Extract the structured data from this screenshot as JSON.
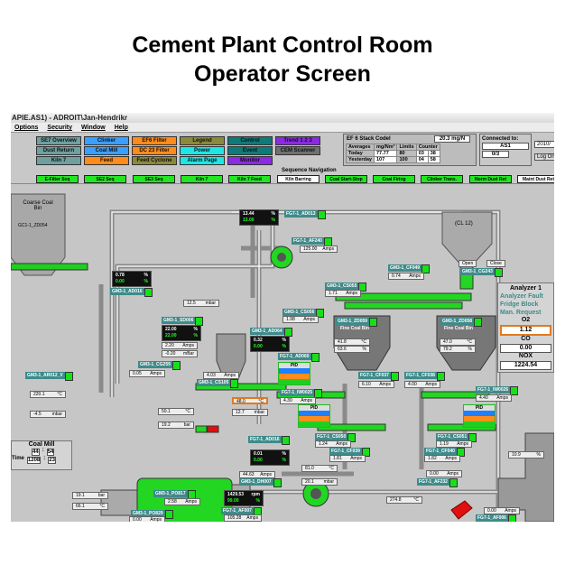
{
  "headline": {
    "line1": "Cement Plant Control Room",
    "line2": "Operator Screen"
  },
  "window": {
    "title": "APIE.AS1) - ADROIT\\Jan-Hendrikr",
    "menu": [
      "Options",
      "Security",
      "Window",
      "Help"
    ]
  },
  "toolbar": {
    "buttons": [
      {
        "label": "SE7 Overview",
        "color": "#6f9f9f"
      },
      {
        "label": "Clinker",
        "color": "#3aa0ff"
      },
      {
        "label": "EF6 Filter",
        "color": "#ff8c1a"
      },
      {
        "label": "Legend",
        "color": "#8a8a3c"
      },
      {
        "label": "Control",
        "color": "#0f7a7a"
      },
      {
        "label": "Trend 1 2 3",
        "color": "#8a2be2"
      },
      {
        "label": "Dust Return",
        "color": "#6f9f9f"
      },
      {
        "label": "Coal Mill",
        "color": "#3aa0ff"
      },
      {
        "label": "DC 23 Filter",
        "color": "#ff8c1a"
      },
      {
        "label": "Power",
        "color": "#1ee6e6"
      },
      {
        "label": "Event",
        "color": "#0f7a7a"
      },
      {
        "label": "CEM Scanner",
        "color": "#707070"
      },
      {
        "label": "Kiln 7",
        "color": "#6f9f9f"
      },
      {
        "label": "Feed",
        "color": "#ff8c1a"
      },
      {
        "label": "Feed Cyclone",
        "color": "#8a8a3c"
      },
      {
        "label": "Alarm Page",
        "color": "#1ee6e6"
      },
      {
        "label": "Monitor",
        "color": "#8a2be2"
      }
    ]
  },
  "stack": {
    "title": "EF 6 Stack Codel",
    "reading": "20.3 mg/N",
    "headers": [
      "Averages",
      "mg/Nm³",
      "Limits",
      "Counter"
    ],
    "rows": [
      [
        "Today",
        "77.77",
        "80",
        "03",
        "38"
      ],
      [
        "Yesterday",
        "107",
        "100",
        "04",
        "58"
      ]
    ]
  },
  "connection": {
    "label": "Connected to:",
    "server": "AS1",
    "count": "0/3",
    "date": "2010/",
    "logon": "Log On"
  },
  "sequence": {
    "title": "Sequence Navigation",
    "buttons": [
      "E-Filter Seq",
      "SE2 Seq",
      "SE3 Seq",
      "Kiln 7",
      "Kiln 7 Feed",
      "Kiln Barring",
      "Coal Start-Stop",
      "Coal Firing",
      "Clinker Trans.",
      "Norm Dust Ret",
      "Maint Dust Ret"
    ]
  },
  "equipment": {
    "coarse_bin": "Coarse Coal Bin",
    "coarse_bin_tag": "GC1-1_ZD054",
    "silo": "(CL 12)",
    "fine_bin_1": "Fine Coal Bin",
    "fine_bin_1_tag": "GM3-1_ZD059",
    "fine_bin_2": "Fine Coal Bin",
    "fine_bin_2_tag": "GM3-1_ZD058",
    "open": "Open",
    "close": "Close",
    "pid": "PID"
  },
  "analyzer": {
    "title": "Analyzer 1",
    "alarms": [
      "Analyzer Fault",
      "Fridge Block",
      "Man. Request"
    ],
    "o2_label": "O2",
    "o2": "1.12",
    "co_label": "CO",
    "co": "0.00",
    "nox_label": "NOX",
    "nox": "1224.54"
  },
  "coal_mill": {
    "title": "Coal Mill",
    "row1": [
      "44",
      ":",
      "54"
    ],
    "row2_label": "Time",
    "row2": [
      "1208",
      ":",
      "23"
    ]
  },
  "colors": {
    "background": "#c6c6c6",
    "equipment_green": "#22d622",
    "tag_teal": "#3f8a8a",
    "alarm_red": "#e01010"
  },
  "items": [
    {
      "kind": "tag",
      "text": "GM3-1_AD016"
    },
    {
      "kind": "field",
      "value": "12.5",
      "unit": "mbar"
    },
    {
      "kind": "tag",
      "text": "GM3-1_SD006"
    },
    {
      "kind": "field",
      "value": "2.20",
      "unit": "Amps"
    },
    {
      "kind": "field",
      "value": "-0.20",
      "unit": "mBar"
    },
    {
      "kind": "tag",
      "text": "FG7-1_AD013"
    },
    {
      "kind": "tag",
      "text": "FG7-1_AF240"
    },
    {
      "kind": "field",
      "value": "125.00",
      "unit": "Amps"
    },
    {
      "kind": "tag",
      "text": "GM3-1_CF049"
    },
    {
      "kind": "field",
      "value": "0.74",
      "unit": "Amps"
    },
    {
      "kind": "tag",
      "text": "GM3-1_CG243"
    },
    {
      "kind": "tag",
      "text": "GM3-1_CS055"
    },
    {
      "kind": "field",
      "value": "1.71",
      "unit": "Amps"
    },
    {
      "kind": "tag",
      "text": "GM3-1_CS056"
    },
    {
      "kind": "field",
      "value": "1.98",
      "unit": "Amps"
    },
    {
      "kind": "tag",
      "text": "GM3-1_AD064"
    },
    {
      "kind": "field",
      "value": "41.8",
      "unit": "°C"
    },
    {
      "kind": "field",
      "value": "63.6",
      "unit": "%"
    },
    {
      "kind": "field",
      "value": "47.0",
      "unit": "°C"
    },
    {
      "kind": "field",
      "value": "79.2",
      "unit": "%"
    },
    {
      "kind": "tag",
      "text": "FG7-1_AD060"
    },
    {
      "kind": "tag",
      "text": "GM3-1_CG259"
    },
    {
      "kind": "field",
      "value": "0.05",
      "unit": "Amps"
    },
    {
      "kind": "tag",
      "text": "GM3-1_AR012_V"
    },
    {
      "kind": "field",
      "value": "220.1",
      "unit": "°C"
    },
    {
      "kind": "field",
      "value": "-4.5",
      "unit": "mbar"
    },
    {
      "kind": "tag",
      "text": "GM3-1_CS105"
    },
    {
      "kind": "field",
      "value": "4.03",
      "unit": "Amps"
    },
    {
      "kind": "field",
      "value": "48.0",
      "unit": "°C"
    },
    {
      "kind": "field",
      "value": "12.7",
      "unit": "mbar"
    },
    {
      "kind": "field",
      "value": "50.1",
      "unit": "°C"
    },
    {
      "kind": "field",
      "value": "19.2",
      "unit": "bar"
    },
    {
      "kind": "tag",
      "text": "FG7-1_AD016"
    },
    {
      "kind": "field",
      "value": "44.63",
      "unit": "Amps"
    },
    {
      "kind": "tag",
      "text": "GM3-1_DH007"
    },
    {
      "kind": "field",
      "value": "19.1",
      "unit": "bar"
    },
    {
      "kind": "field",
      "value": "66.1",
      "unit": "°C"
    },
    {
      "kind": "tag",
      "text": "GM3-1_PO817"
    },
    {
      "kind": "field",
      "value": "2.58",
      "unit": "Amps"
    },
    {
      "kind": "tag",
      "text": "GM3-1_PO829"
    },
    {
      "kind": "field",
      "value": "0.00",
      "unit": "Amps"
    },
    {
      "kind": "tag",
      "text": "FG7-1_AF007"
    },
    {
      "kind": "field",
      "value": "105.28",
      "unit": "Amps"
    },
    {
      "kind": "tag",
      "text": "FG7-1_CF037"
    },
    {
      "kind": "field",
      "value": "6.10",
      "unit": "Amps"
    },
    {
      "kind": "tag",
      "text": "FG7-1_CF038"
    },
    {
      "kind": "field",
      "value": "4.00",
      "unit": "Amps"
    },
    {
      "kind": "tag",
      "text": "FG7-1_IW0025"
    },
    {
      "kind": "field",
      "value": "4.30",
      "unit": "Amps"
    },
    {
      "kind": "tag",
      "text": "FG7-1_IW0026"
    },
    {
      "kind": "field",
      "value": "4.40",
      "unit": "Amps"
    },
    {
      "kind": "tag",
      "text": "FG7-1_CS050"
    },
    {
      "kind": "field",
      "value": "1.24",
      "unit": "Amps"
    },
    {
      "kind": "tag",
      "text": "FG7-1_CS051"
    },
    {
      "kind": "field",
      "value": "1.19",
      "unit": "Amps"
    },
    {
      "kind": "tag",
      "text": "FG7-1_CF039"
    },
    {
      "kind": "field",
      "value": "1.81",
      "unit": "Amps"
    },
    {
      "kind": "tag",
      "text": "FG7-1_CF040"
    },
    {
      "kind": "field",
      "value": "1.82",
      "unit": "Amps"
    },
    {
      "kind": "field",
      "value": "81.0",
      "unit": "°C"
    },
    {
      "kind": "field",
      "value": "20.1",
      "unit": "mbar"
    },
    {
      "kind": "field",
      "value": "0.00",
      "unit": "Amps"
    },
    {
      "kind": "tag",
      "text": "FG7-1_AF232"
    },
    {
      "kind": "field",
      "value": "274.8",
      "unit": "°C"
    },
    {
      "kind": "field",
      "value": "10.9",
      "unit": "%"
    },
    {
      "kind": "field",
      "value": "0.00",
      "unit": "Amps"
    },
    {
      "kind": "tag",
      "text": "FG7-1_AF006"
    },
    {
      "kind": "dark",
      "rows": [
        [
          "0.78",
          "%"
        ],
        [
          "0.00",
          "%"
        ]
      ]
    },
    {
      "kind": "dark",
      "rows": [
        [
          "22.00",
          "%"
        ],
        [
          "22.00",
          "%"
        ]
      ]
    },
    {
      "kind": "dark",
      "rows": [
        [
          "13.44",
          "%"
        ],
        [
          "13.00",
          "%"
        ]
      ]
    },
    {
      "kind": "dark",
      "rows": [
        [
          "0.32",
          "%"
        ],
        [
          "0.00",
          "%"
        ]
      ]
    },
    {
      "kind": "dark",
      "rows": [
        [
          "0.01",
          "%"
        ],
        [
          "0.00",
          "%"
        ]
      ]
    },
    {
      "kind": "dark",
      "rows": [
        [
          "1429.53",
          "rpm"
        ],
        [
          "99.00",
          "%"
        ]
      ]
    }
  ]
}
